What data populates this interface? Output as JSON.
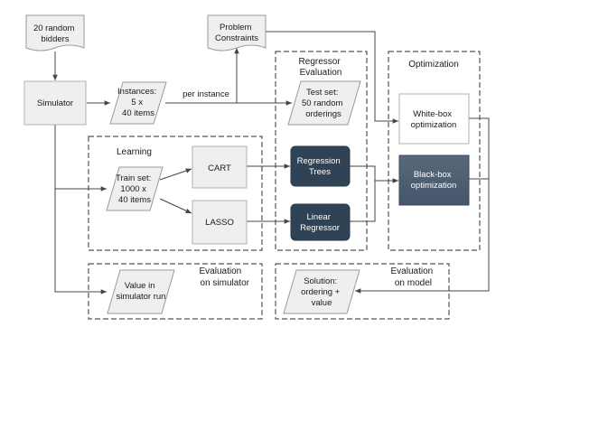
{
  "nodes": {
    "bidders": [
      "20 random",
      "bidders"
    ],
    "simulator": [
      "Simulator"
    ],
    "instances": [
      "Instances:",
      "5 x",
      "40 items"
    ],
    "constraints": [
      "Problem",
      "Constraints"
    ],
    "testset": [
      "Test set:",
      "50 random",
      "orderings"
    ],
    "trainset": [
      "Train set:",
      "1000 x",
      "40 items"
    ],
    "cart": [
      "CART"
    ],
    "lasso": [
      "LASSO"
    ],
    "regtrees": [
      "Regression",
      "Trees"
    ],
    "linreg": [
      "Linear",
      "Regressor"
    ],
    "whitebox": [
      "White-box",
      "optimization"
    ],
    "blackbox": [
      "Black-box",
      "optimization"
    ],
    "simrun": [
      "Value in",
      "simulator run"
    ],
    "solution": [
      "Solution:",
      "ordering +",
      "value"
    ]
  },
  "groups": {
    "regressor_eval": [
      "Regressor",
      "Evaluation"
    ],
    "optimization": [
      "Optimization"
    ],
    "learning": [
      "Learning"
    ],
    "eval_sim": [
      "Evaluation",
      "on simulator"
    ],
    "eval_model": [
      "Evaluation",
      "on model"
    ]
  },
  "edge_labels": {
    "per_instance": "per instance"
  },
  "colors": {
    "box_fill": "#efefef",
    "box_stroke": "#9a9a9a",
    "dark_fill_1": "#2f4256",
    "dark_fill_2": "#4e5e70",
    "line": "#444444",
    "dashed": "#555555"
  }
}
